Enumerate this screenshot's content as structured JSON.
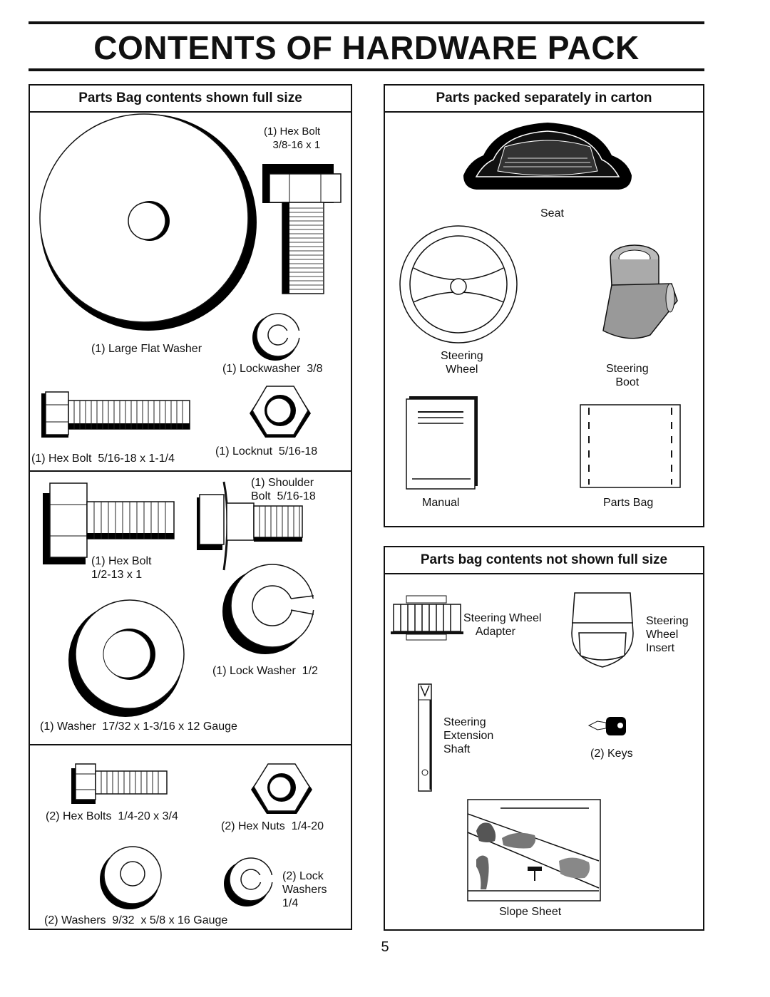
{
  "page": {
    "title": "CONTENTS OF HARDWARE PACK",
    "page_number": "5"
  },
  "left_panel": {
    "heading": "Parts Bag contents shown full size",
    "items": {
      "hex_bolt_3_8": "(1) Hex Bolt\n3/8-16 x 1",
      "large_flat_washer": "(1) Large Flat Washer",
      "lockwasher_3_8": "(1) Lockwasher  3/8",
      "hex_bolt_5_16": "(1) Hex Bolt  5/16-18 x 1-1/4",
      "locknut_5_16": "(1) Locknut  5/16-18",
      "shoulder_bolt": "(1) Shoulder\nBolt  5/16-18",
      "hex_bolt_1_2": "(1) Hex Bolt\n1/2-13 x 1",
      "lock_washer_1_2": "(1) Lock Washer  1/2",
      "washer_17_32": "(1) Washer  17/32 x 1-3/16 x 12 Gauge",
      "hex_bolts_1_4": "(2) Hex Bolts  1/4-20 x 3/4",
      "hex_nuts_1_4": "(2) Hex Nuts  1/4-20",
      "lock_washers_1_4": "(2) Lock\nWashers\n1/4",
      "washers_9_32": "(2) Washers  9/32  x 5/8 x 16 Gauge"
    }
  },
  "carton_panel": {
    "heading": "Parts packed separately in carton",
    "items": {
      "seat": "Seat",
      "steering_wheel": "Steering\nWheel",
      "steering_boot": "Steering\nBoot",
      "manual": "Manual",
      "parts_bag": "Parts Bag"
    }
  },
  "not_full_panel": {
    "heading": "Parts bag contents not shown full size",
    "items": {
      "steering_wheel_adapter": "Steering Wheel\n    Adapter",
      "steering_wheel_insert": "Steering\nWheel\nInsert",
      "steering_extension_shaft": "Steering\nExtension\nShaft",
      "keys": "(2) Keys",
      "slope_sheet": "Slope Sheet"
    }
  }
}
